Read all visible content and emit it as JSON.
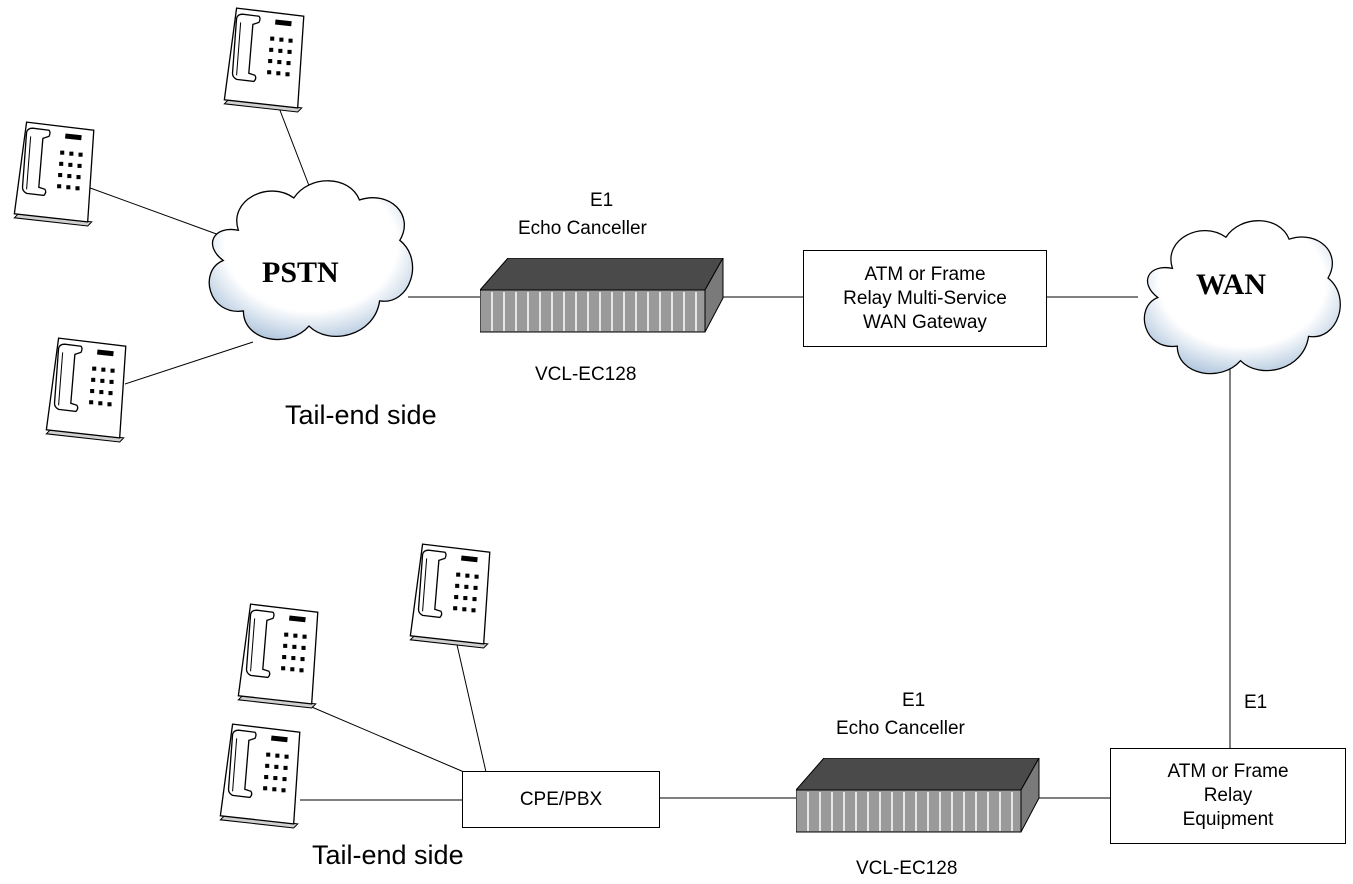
{
  "pstn": {
    "label": "PSTN"
  },
  "wan": {
    "label": "WAN"
  },
  "top": {
    "ec_line1": "E1",
    "ec_line2": "Echo Canceller",
    "ec_model": "VCL-EC128",
    "gateway": [
      "ATM  or Frame",
      "Relay Multi-Service",
      "WAN Gateway"
    ],
    "side_label": "Tail-end side"
  },
  "bottom": {
    "ec_line1": "E1",
    "ec_line2": "Echo Canceller",
    "ec_model": "VCL-EC128",
    "cpe": "CPE/PBX",
    "equipment": [
      "ATM  or Frame",
      "Relay",
      "Equipment"
    ],
    "e1_link": "E1",
    "side_label": "Tail-end side"
  },
  "icons": [
    "telephone-icon",
    "cloud-icon",
    "echo-canceller-rack-icon"
  ],
  "colors": {
    "cloud_shade": "#a9c1da",
    "rack_top": "#4a4a4a",
    "rack_front": "#9a9a9a",
    "line": "#000000"
  }
}
